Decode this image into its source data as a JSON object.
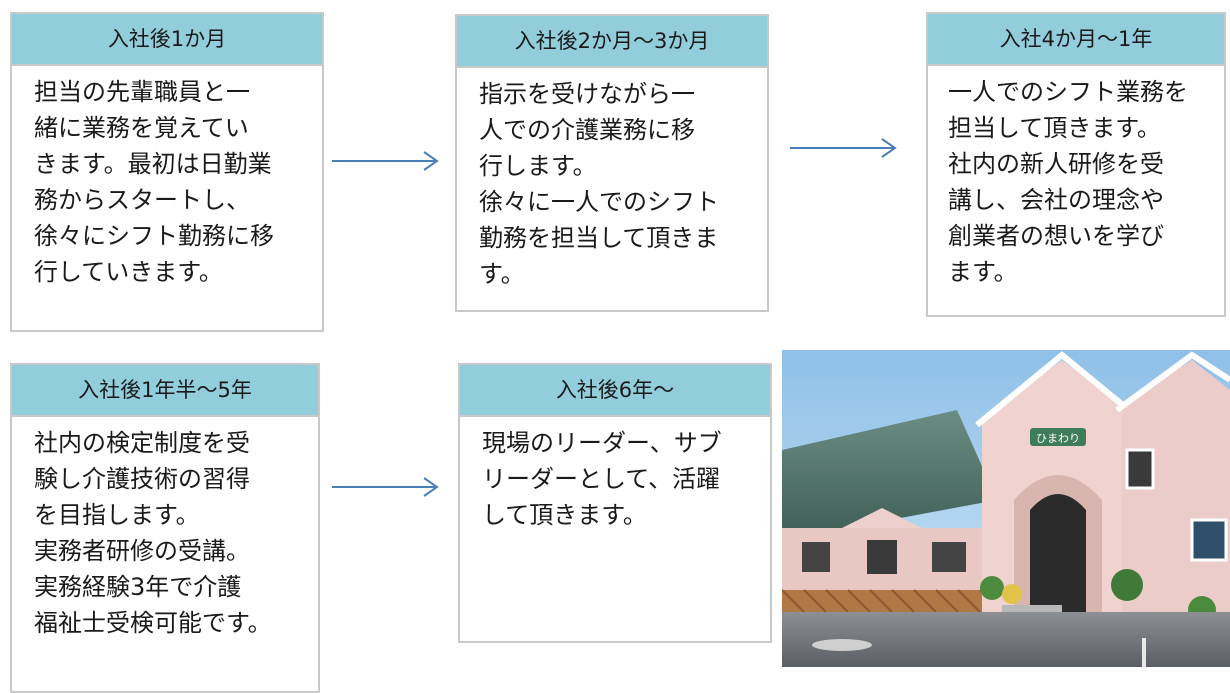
{
  "steps": [
    {
      "title": "入社後1か月",
      "body": "担当の先輩職員と一\n緒に業務を覚えてい\nきます。最初は日勤業\n務からスタートし、\n徐々にシフト勤務に移\n行していきます。"
    },
    {
      "title": "入社後2か月～3か月",
      "body": "指示を受けながら一\n人での介護業務に移\n行します。\n徐々に一人でのシフト\n勤務を担当して頂きま\nす。"
    },
    {
      "title": "入社4か月～1年",
      "body": "一人でのシフト業務を\n担当して頂きます。\n社内の新人研修を受\n講し、会社の理念や\n創業者の想いを学び\nます。"
    },
    {
      "title": "入社後1年半～5年",
      "body": "社内の検定制度を受\n験し介護技術の習得\nを目指します。\n実務者研修の受講。\n実務経験3年で介護\n福祉士受検可能です。"
    },
    {
      "title": "入社後6年～",
      "body": "現場のリーダー、サブ\nリーダーとして、活躍\nして頂きます。"
    }
  ],
  "photo": {
    "sign_text": "ひまわり"
  },
  "colors": {
    "header_fill": "#92cddc",
    "card_border": "#c9c9c9",
    "arrow": "#4a7ebb"
  }
}
